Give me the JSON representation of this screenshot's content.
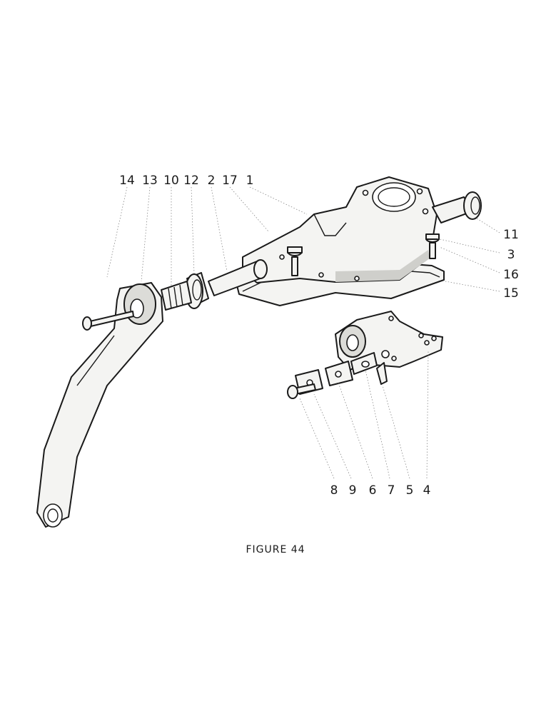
{
  "figure": {
    "caption": "FIGURE 44",
    "callouts": {
      "top": [
        "14",
        "13",
        "10",
        "12",
        "2",
        "17",
        "1"
      ],
      "right": [
        "11",
        "3",
        "16",
        "15"
      ],
      "bottom": [
        "8",
        "9",
        "6",
        "7",
        "5",
        "4"
      ]
    }
  }
}
